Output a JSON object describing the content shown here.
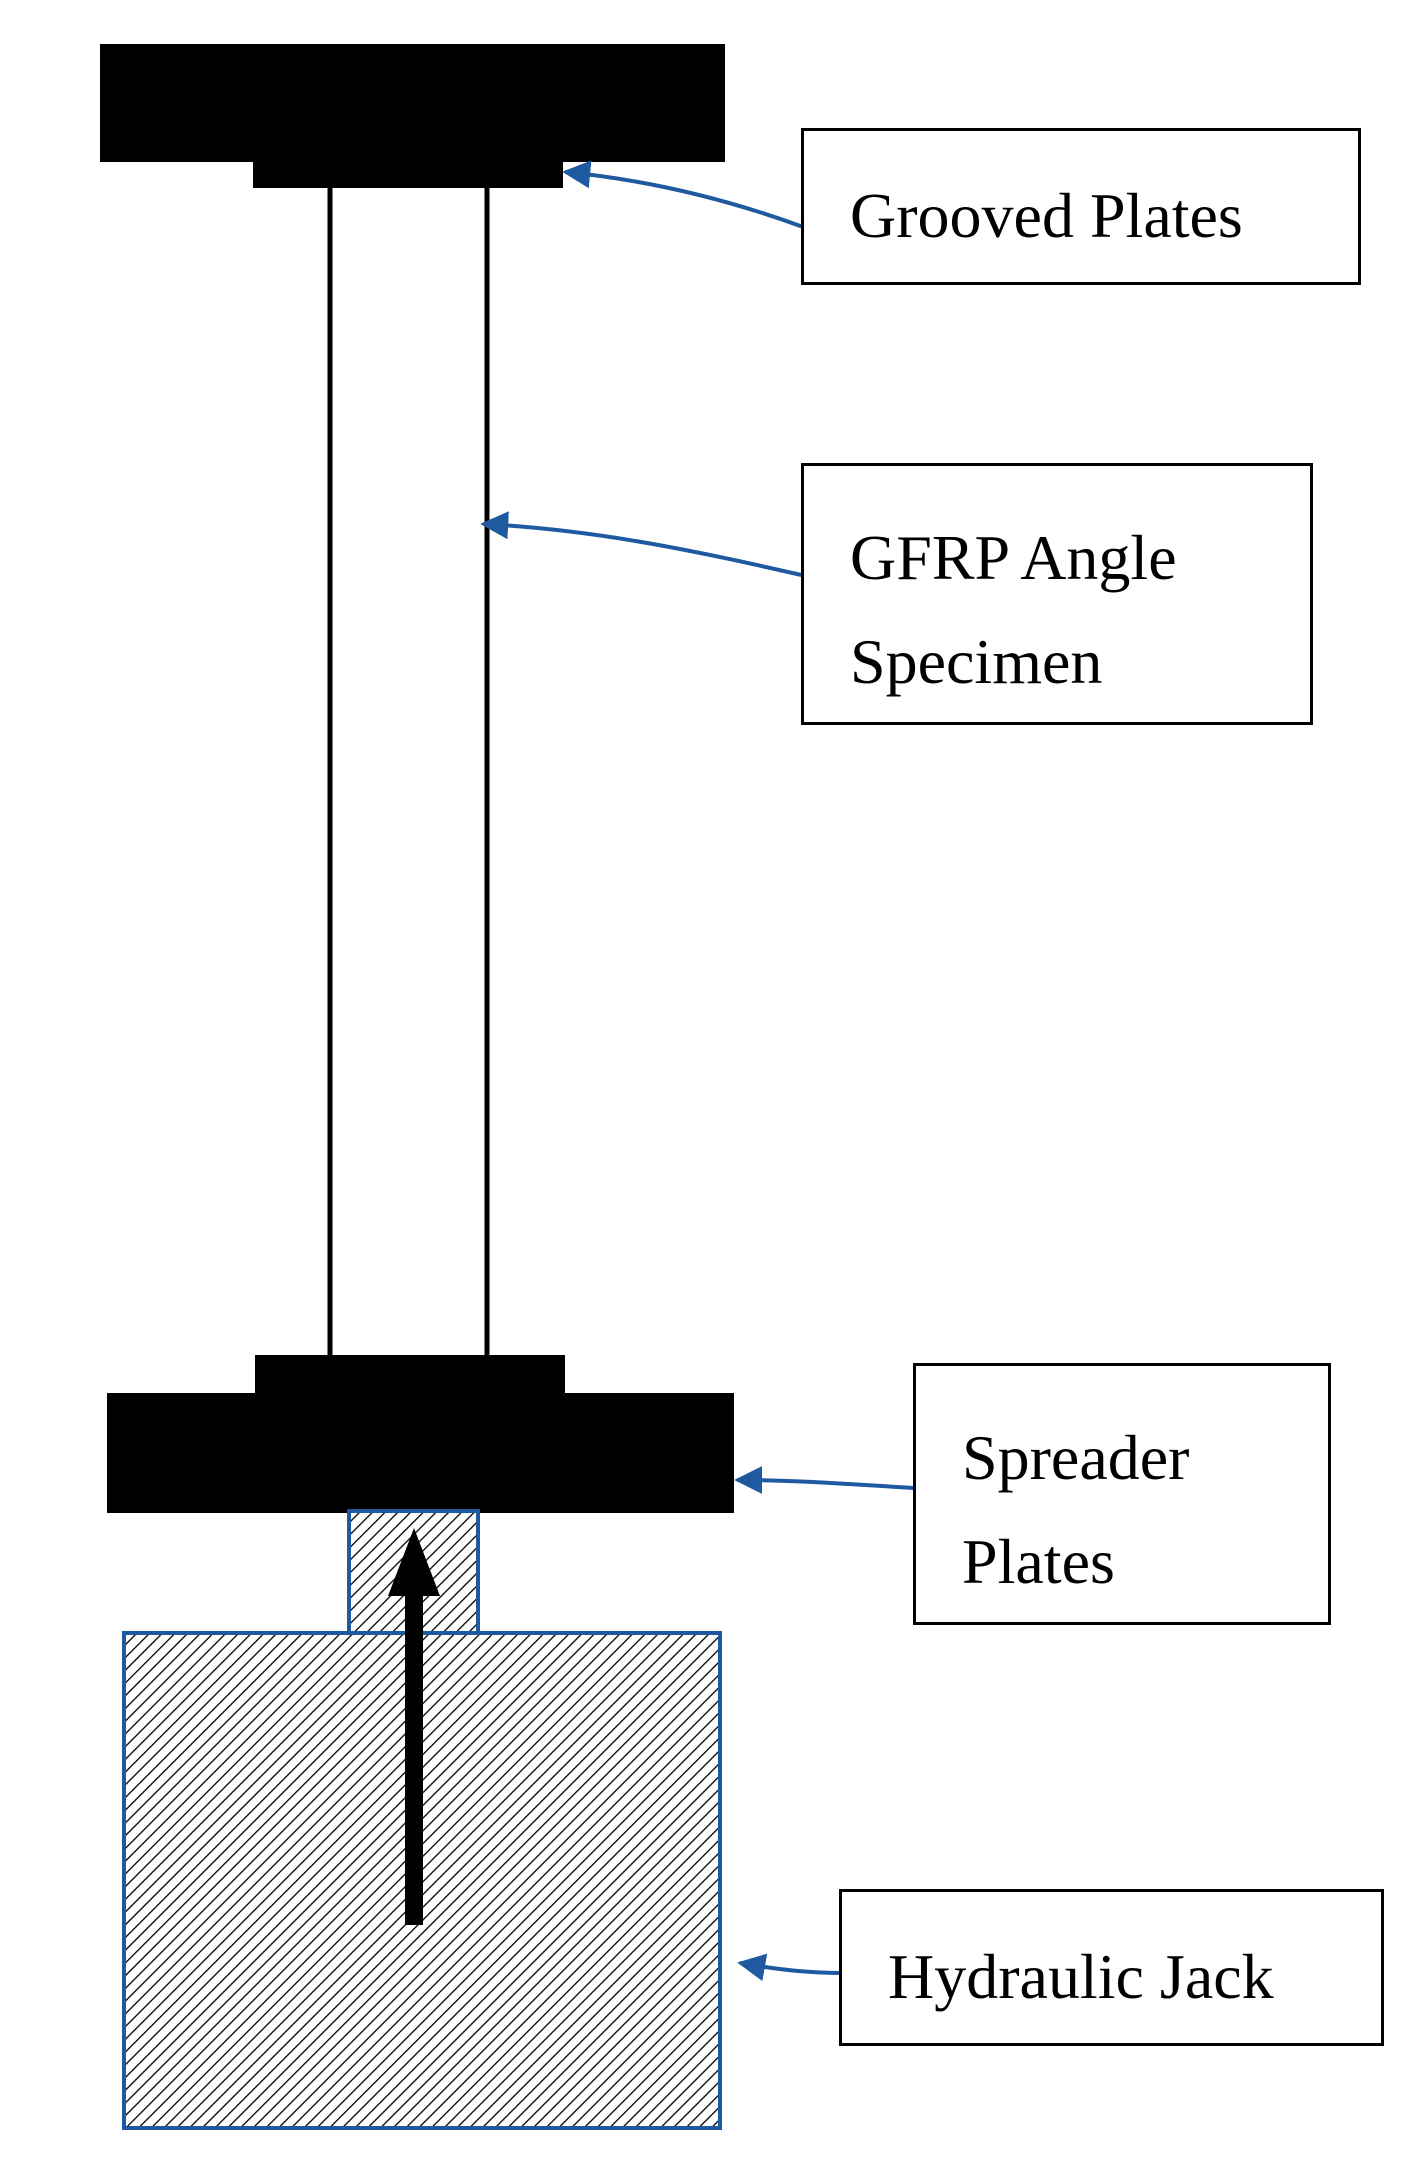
{
  "labels": {
    "grooved_plates": "Grooved Plates",
    "gfrp_line1": "GFRP Angle",
    "gfrp_line2": "Specimen",
    "spreader_line1": "Spreader",
    "spreader_line2": "Plates",
    "hydraulic_jack": "Hydraulic Jack"
  },
  "colors": {
    "plate": "#000000",
    "leader_arrow": "#1f5aa0",
    "jack_outline": "#1f5aa0",
    "hatch": "#000000"
  },
  "icons": {
    "load_arrow": "up-arrow-icon"
  }
}
